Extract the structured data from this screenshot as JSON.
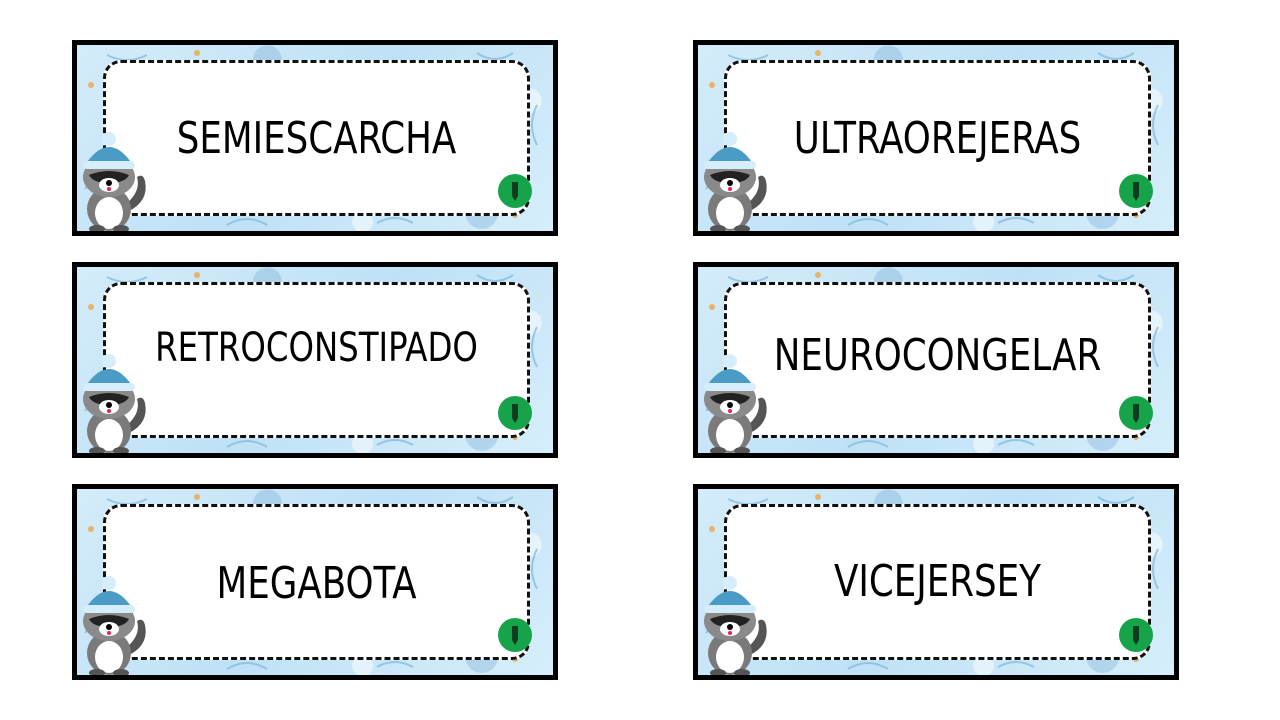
{
  "cards": [
    {
      "word": "SEMIESCARCHA"
    },
    {
      "word": "ULTRAOREJERAS"
    },
    {
      "word": "RETROCONSTIPADO"
    },
    {
      "word": "NEUROCONGELAR"
    },
    {
      "word": "MEGABOTA"
    },
    {
      "word": "VICEJERSEY"
    }
  ],
  "decor": {
    "mascot": "raccoon-with-winter-hat-icon",
    "badge": "pencil-logo-icon",
    "badge_color": "#16a34a",
    "background_color": "#cfe8f7",
    "frame_color": "#000000"
  }
}
